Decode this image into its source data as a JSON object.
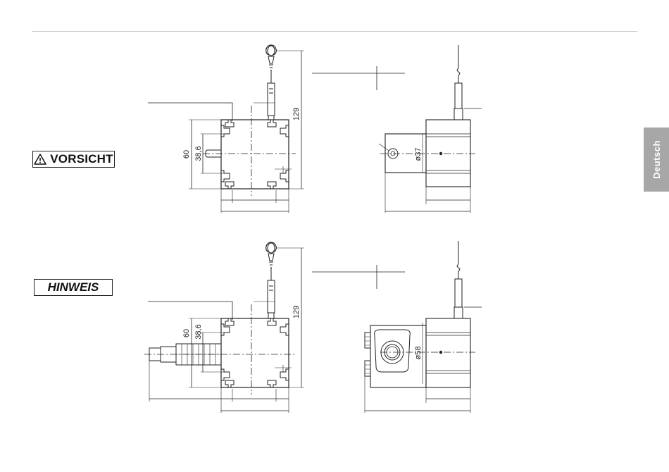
{
  "page": {
    "side_tab_label": "Deutsch"
  },
  "labels": {
    "caution": "VORSICHT",
    "notice": "HINWEIS"
  },
  "icons": {
    "caution_icon": "warning-triangle-icon"
  },
  "dimensions": {
    "upper_front": {
      "height_outer": "60",
      "height_inner": "38,6",
      "total_length": "129"
    },
    "upper_side": {
      "diameter": "ø37"
    },
    "lower_front": {
      "height_outer": "60",
      "height_inner": "38,6",
      "total_length": "129"
    },
    "lower_side": {
      "diameter": "ø58"
    }
  }
}
